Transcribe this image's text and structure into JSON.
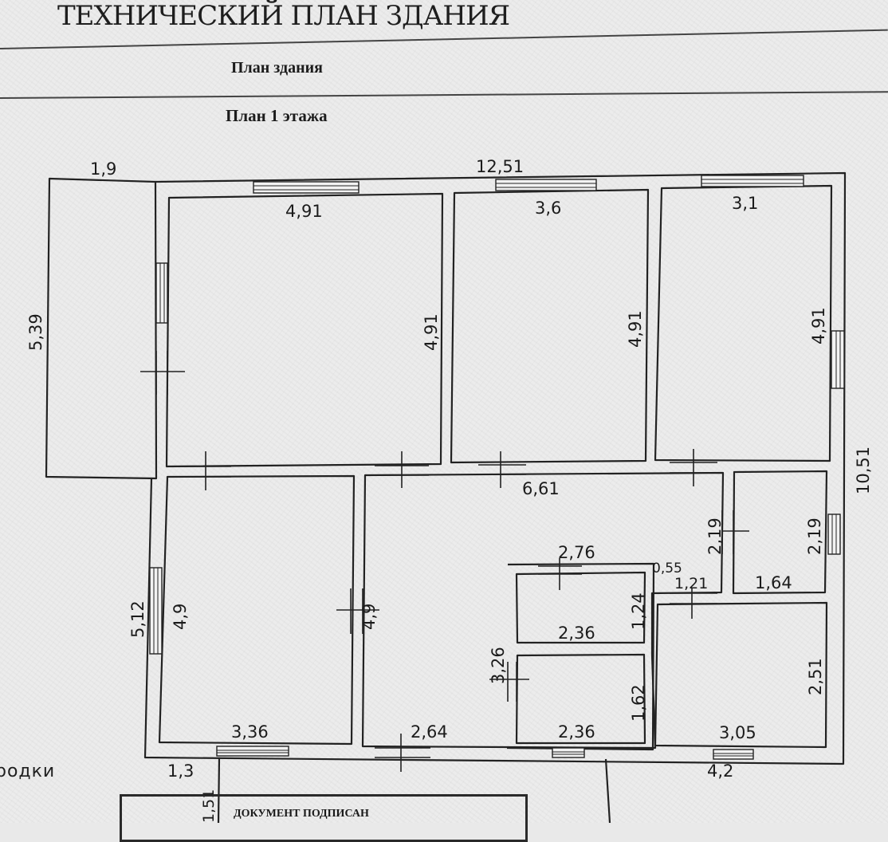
{
  "header": {
    "title": "ТЕХНИЧЕСКИЙ ПЛАН ЗДАНИЯ",
    "subtitle": "План  здания",
    "floor_title": "План 1 этажа"
  },
  "side_fragment": "родки",
  "stamp": {
    "text": "ДОКУМЕНТ ПОДПИСАН"
  },
  "dimensions": {
    "annex_width": "1,9",
    "annex_length": "5,39",
    "total_length": "12,51",
    "total_width": "10,51",
    "room1_width": "4,91",
    "room1_length": "4,91",
    "room2_width": "3,6",
    "room2_length": "4,91",
    "room3_width": "3,1",
    "room3_length": "4,91",
    "corridor_length": "6,61",
    "left_wall": "5,12",
    "room4_length": "4,9",
    "room4_width": "3,36",
    "corridor_depth": "4,9",
    "corridor_bottom": "2,64",
    "small_block_width": "2,76",
    "bath_depth": "1,24",
    "bath_width": "2,36",
    "wc_block": "3,26",
    "wc_depth": "1,62",
    "wc_width": "2,36",
    "passage_width": "0,55",
    "passage_length": "1,21",
    "hall_depth": "2,19",
    "storage_depth": "2,19",
    "storage_width": "1,64",
    "kitchen_depth": "2,51",
    "kitchen_width": "3,05",
    "porch_width": "1,3",
    "porch_depth": "1,51",
    "rear_width": "4,2"
  }
}
